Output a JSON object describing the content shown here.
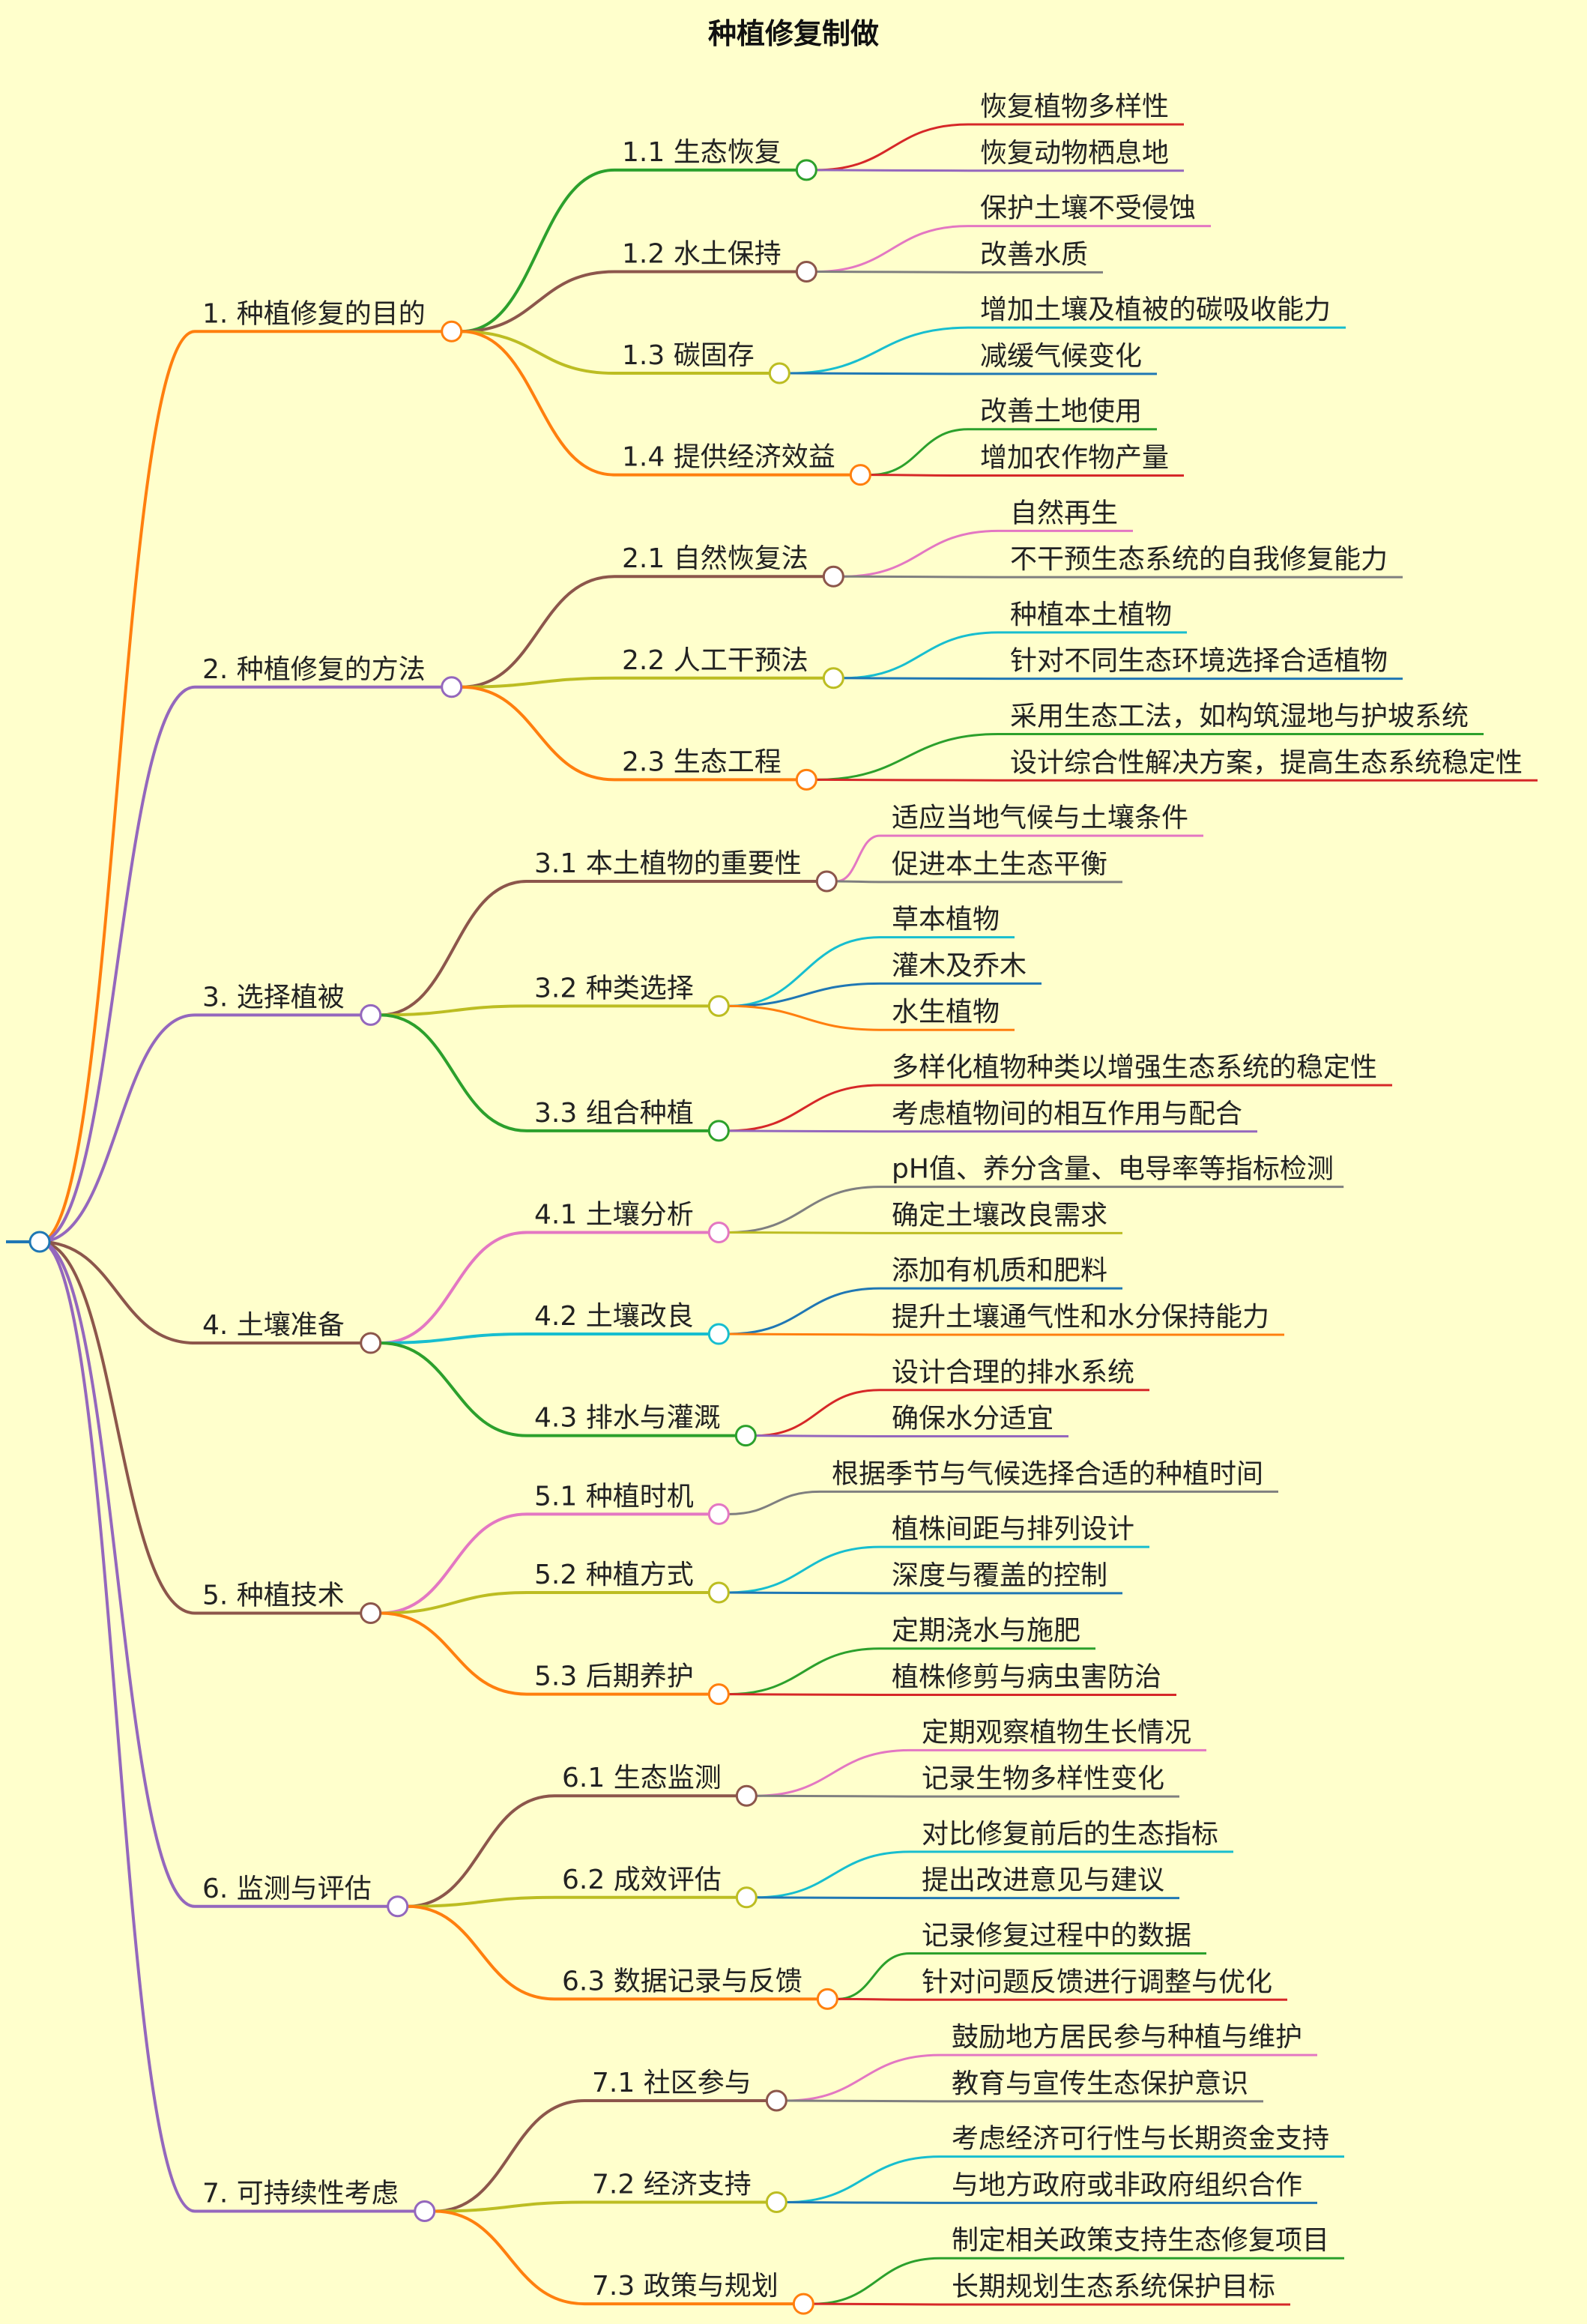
{
  "title": "种植修复制做",
  "root_color": "#1f77b4",
  "branches": [
    {
      "label": "1. 种植修复的目的",
      "color": "#ff7f0e",
      "children": [
        {
          "label": "1.1 生态恢复",
          "color": "#2ca02c",
          "children": [
            {
              "label": "恢复植物多样性",
              "color": "#d62728"
            },
            {
              "label": "恢复动物栖息地",
              "color": "#9467bd"
            }
          ]
        },
        {
          "label": "1.2 水土保持",
          "color": "#8c564b",
          "children": [
            {
              "label": "保护土壤不受侵蚀",
              "color": "#e377c2"
            },
            {
              "label": "改善水质",
              "color": "#7f7f7f"
            }
          ]
        },
        {
          "label": "1.3 碳固存",
          "color": "#bcbd22",
          "children": [
            {
              "label": "增加土壤及植被的碳吸收能力",
              "color": "#17becf"
            },
            {
              "label": "减缓气候变化",
              "color": "#1f77b4"
            }
          ]
        },
        {
          "label": "1.4 提供经济效益",
          "color": "#ff7f0e",
          "children": [
            {
              "label": "改善土地使用",
              "color": "#2ca02c"
            },
            {
              "label": "增加农作物产量",
              "color": "#d62728"
            }
          ]
        }
      ]
    },
    {
      "label": "2. 种植修复的方法",
      "color": "#9467bd",
      "children": [
        {
          "label": "2.1 自然恢复法",
          "color": "#8c564b",
          "children": [
            {
              "label": "自然再生",
              "color": "#e377c2"
            },
            {
              "label": "不干预生态系统的自我修复能力",
              "color": "#7f7f7f"
            }
          ]
        },
        {
          "label": "2.2 人工干预法",
          "color": "#bcbd22",
          "children": [
            {
              "label": "种植本土植物",
              "color": "#17becf"
            },
            {
              "label": "针对不同生态环境选择合适植物",
              "color": "#1f77b4"
            }
          ]
        },
        {
          "label": "2.3 生态工程",
          "color": "#ff7f0e",
          "children": [
            {
              "label": "采用生态工法，如构筑湿地与护坡系统",
              "color": "#2ca02c"
            },
            {
              "label": "设计综合性解决方案，提高生态系统稳定性",
              "color": "#d62728"
            }
          ]
        }
      ]
    },
    {
      "label": "3. 选择植被",
      "color": "#9467bd",
      "children": [
        {
          "label": "3.1 本土植物的重要性",
          "color": "#8c564b",
          "children": [
            {
              "label": "适应当地气候与土壤条件",
              "color": "#e377c2"
            },
            {
              "label": "促进本土生态平衡",
              "color": "#7f7f7f"
            }
          ]
        },
        {
          "label": "3.2 种类选择",
          "color": "#bcbd22",
          "children": [
            {
              "label": "草本植物",
              "color": "#17becf"
            },
            {
              "label": "灌木及乔木",
              "color": "#1f77b4"
            },
            {
              "label": "水生植物",
              "color": "#ff7f0e"
            }
          ]
        },
        {
          "label": "3.3 组合种植",
          "color": "#2ca02c",
          "children": [
            {
              "label": "多样化植物种类以增强生态系统的稳定性",
              "color": "#d62728"
            },
            {
              "label": "考虑植物间的相互作用与配合",
              "color": "#9467bd"
            }
          ]
        }
      ]
    },
    {
      "label": "4. 土壤准备",
      "color": "#8c564b",
      "children": [
        {
          "label": "4.1 土壤分析",
          "color": "#e377c2",
          "children": [
            {
              "label": "pH值、养分含量、电导率等指标检测",
              "color": "#7f7f7f"
            },
            {
              "label": "确定土壤改良需求",
              "color": "#bcbd22"
            }
          ]
        },
        {
          "label": "4.2 土壤改良",
          "color": "#17becf",
          "children": [
            {
              "label": "添加有机质和肥料",
              "color": "#1f77b4"
            },
            {
              "label": "提升土壤通气性和水分保持能力",
              "color": "#ff7f0e"
            }
          ]
        },
        {
          "label": "4.3 排水与灌溉",
          "color": "#2ca02c",
          "children": [
            {
              "label": "设计合理的排水系统",
              "color": "#d62728"
            },
            {
              "label": "确保水分适宜",
              "color": "#9467bd"
            }
          ]
        }
      ]
    },
    {
      "label": "5. 种植技术",
      "color": "#8c564b",
      "children": [
        {
          "label": "5.1 种植时机",
          "color": "#e377c2",
          "children": [
            {
              "label": "根据季节与气候选择合适的种植时间",
              "color": "#7f7f7f"
            }
          ]
        },
        {
          "label": "5.2 种植方式",
          "color": "#bcbd22",
          "children": [
            {
              "label": "植株间距与排列设计",
              "color": "#17becf"
            },
            {
              "label": "深度与覆盖的控制",
              "color": "#1f77b4"
            }
          ]
        },
        {
          "label": "5.3 后期养护",
          "color": "#ff7f0e",
          "children": [
            {
              "label": "定期浇水与施肥",
              "color": "#2ca02c"
            },
            {
              "label": "植株修剪与病虫害防治",
              "color": "#d62728"
            }
          ]
        }
      ]
    },
    {
      "label": "6. 监测与评估",
      "color": "#9467bd",
      "children": [
        {
          "label": "6.1 生态监测",
          "color": "#8c564b",
          "children": [
            {
              "label": "定期观察植物生长情况",
              "color": "#e377c2"
            },
            {
              "label": "记录生物多样性变化",
              "color": "#7f7f7f"
            }
          ]
        },
        {
          "label": "6.2 成效评估",
          "color": "#bcbd22",
          "children": [
            {
              "label": "对比修复前后的生态指标",
              "color": "#17becf"
            },
            {
              "label": "提出改进意见与建议",
              "color": "#1f77b4"
            }
          ]
        },
        {
          "label": "6.3 数据记录与反馈",
          "color": "#ff7f0e",
          "children": [
            {
              "label": "记录修复过程中的数据",
              "color": "#2ca02c"
            },
            {
              "label": "针对问题反馈进行调整与优化",
              "color": "#d62728"
            }
          ]
        }
      ]
    },
    {
      "label": "7. 可持续性考虑",
      "color": "#9467bd",
      "children": [
        {
          "label": "7.1 社区参与",
          "color": "#8c564b",
          "children": [
            {
              "label": "鼓励地方居民参与种植与维护",
              "color": "#e377c2"
            },
            {
              "label": "教育与宣传生态保护意识",
              "color": "#7f7f7f"
            }
          ]
        },
        {
          "label": "7.2 经济支持",
          "color": "#bcbd22",
          "children": [
            {
              "label": "考虑经济可行性与长期资金支持",
              "color": "#17becf"
            },
            {
              "label": "与地方政府或非政府组织合作",
              "color": "#1f77b4"
            }
          ]
        },
        {
          "label": "7.3 政策与规划",
          "color": "#ff7f0e",
          "children": [
            {
              "label": "制定相关政策支持生态修复项目",
              "color": "#2ca02c"
            },
            {
              "label": "长期规划生态系统保护目标",
              "color": "#d62728"
            }
          ]
        }
      ]
    }
  ]
}
